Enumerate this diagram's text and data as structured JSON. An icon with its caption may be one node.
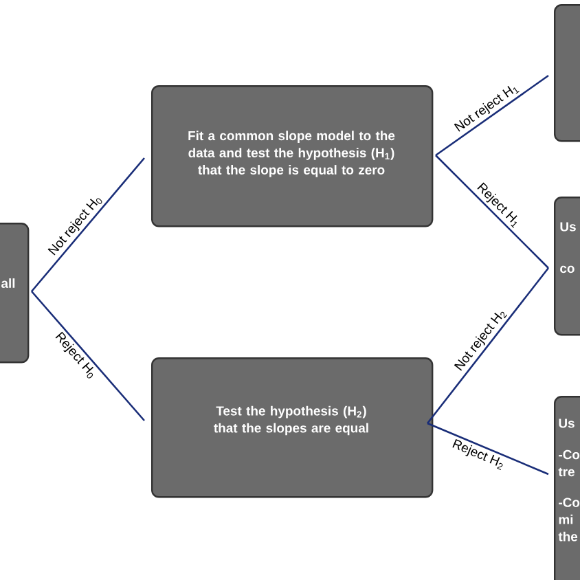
{
  "diagram": {
    "nodes": [
      {
        "text": [
          "all"
        ]
      },
      {
        "text": [
          "Fit a common slope model to the data and test the hypothesis (H$_{1}$) that the slope is equal to zero"
        ]
      },
      {
        "text": [
          "Test the hypothesis (H$_{2}$) that the slopes are equal"
        ]
      },
      {
        "text": [],
        "shape": "box"
      },
      {
        "text": [
          "Us",
          "co"
        ]
      },
      {
        "text": [
          "Us",
          "-Co tre",
          "-Co mi the"
        ]
      }
    ],
    "edges": [
      {
        "from": 0,
        "to": 1,
        "arrow": "none",
        "label": "Not reject H$_{0}$"
      },
      {
        "from": 0,
        "to": 2,
        "arrow": "none",
        "label": "Reject H$_{0}$"
      },
      {
        "from": 1,
        "to": 3,
        "arrow": "none",
        "label": "Not reject H$_{1}$"
      },
      {
        "from": 1,
        "to": 4,
        "arrow": "none",
        "label": "Reject H$_{1}$"
      },
      {
        "from": 2,
        "to": 4,
        "arrow": "none",
        "label": "Not reject H$_{2}$"
      },
      {
        "from": 2,
        "to": 5,
        "arrow": "none",
        "label": "Reject H$_{2}$"
      }
    ]
  }
}
